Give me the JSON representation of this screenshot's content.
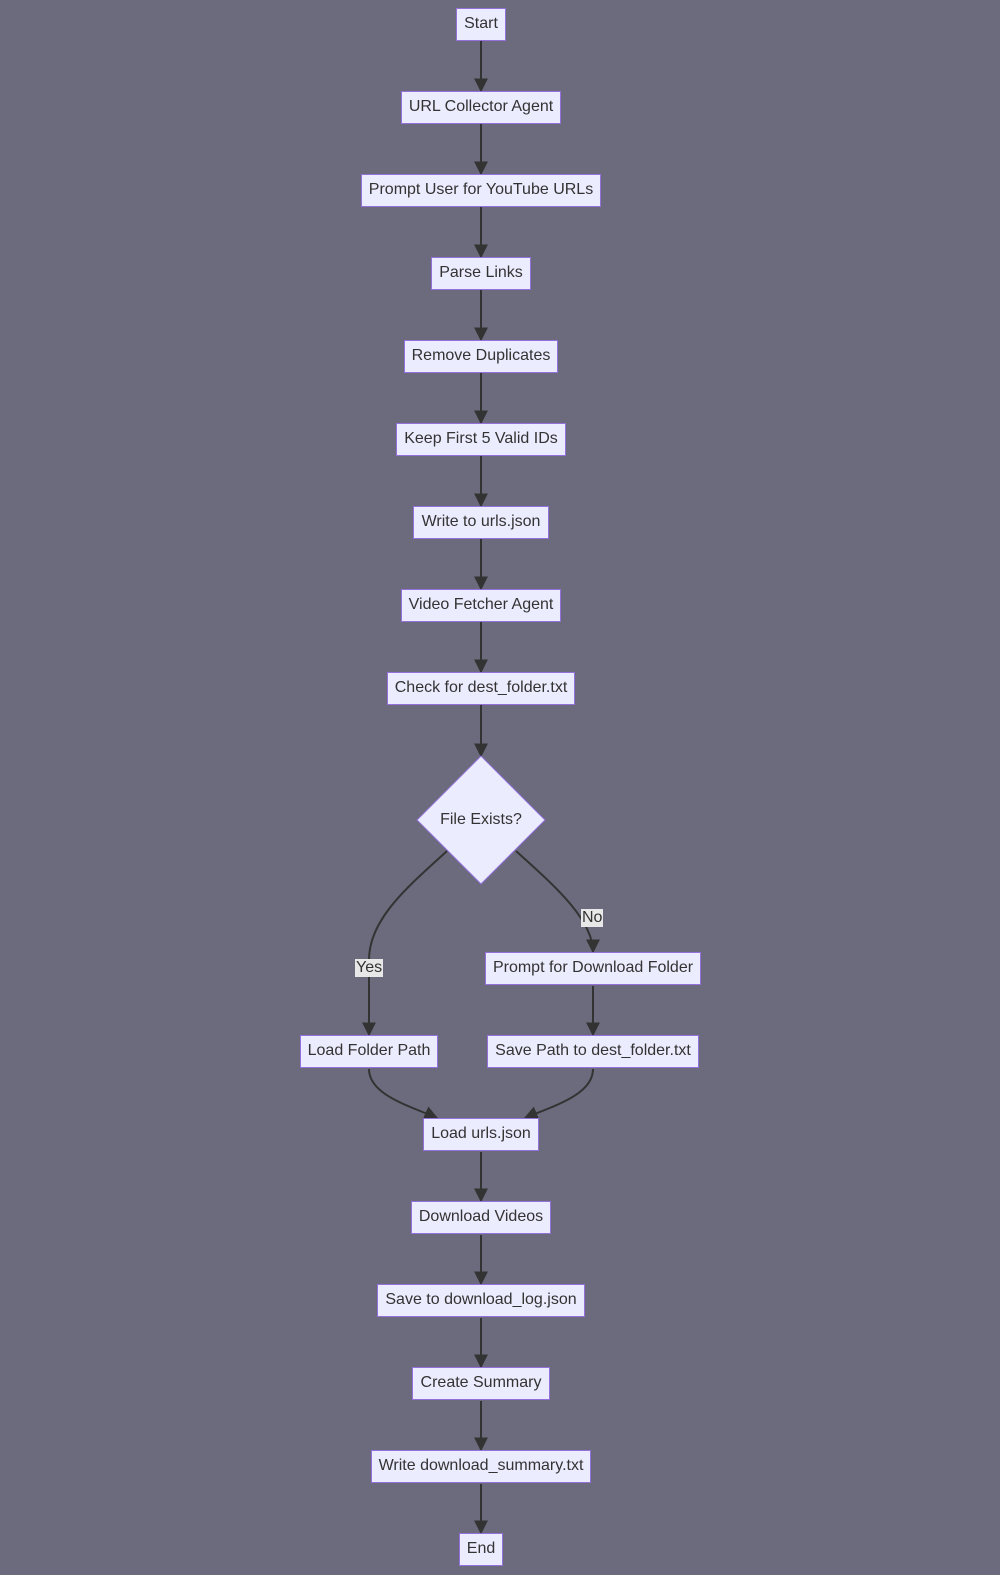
{
  "diagram": {
    "type": "flowchart",
    "nodes": {
      "start": "Start",
      "url_collector": "URL Collector Agent",
      "prompt_urls": "Prompt User for YouTube URLs",
      "parse_links": "Parse Links",
      "remove_duplicates": "Remove Duplicates",
      "keep_first": "Keep First 5 Valid IDs",
      "write_urls": "Write to urls.json",
      "video_fetcher": "Video Fetcher Agent",
      "check_dest": "Check for dest_folder.txt",
      "file_exists": "File Exists?",
      "prompt_folder": "Prompt for Download Folder",
      "load_folder": "Load Folder Path",
      "save_path": "Save Path to dest_folder.txt",
      "load_urls": "Load urls.json",
      "download_videos": "Download Videos",
      "save_log": "Save to download_log.json",
      "create_summary": "Create Summary",
      "write_summary": "Write download_summary.txt",
      "end": "End"
    },
    "edge_labels": {
      "yes": "Yes",
      "no": "No"
    },
    "edges": [
      [
        "start",
        "url_collector"
      ],
      [
        "url_collector",
        "prompt_urls"
      ],
      [
        "prompt_urls",
        "parse_links"
      ],
      [
        "parse_links",
        "remove_duplicates"
      ],
      [
        "remove_duplicates",
        "keep_first"
      ],
      [
        "keep_first",
        "write_urls"
      ],
      [
        "write_urls",
        "video_fetcher"
      ],
      [
        "video_fetcher",
        "check_dest"
      ],
      [
        "check_dest",
        "file_exists"
      ],
      [
        "file_exists",
        "load_folder",
        "Yes"
      ],
      [
        "file_exists",
        "prompt_folder",
        "No"
      ],
      [
        "prompt_folder",
        "save_path"
      ],
      [
        "load_folder",
        "load_urls"
      ],
      [
        "save_path",
        "load_urls"
      ],
      [
        "load_urls",
        "download_videos"
      ],
      [
        "download_videos",
        "save_log"
      ],
      [
        "save_log",
        "create_summary"
      ],
      [
        "create_summary",
        "write_summary"
      ],
      [
        "write_summary",
        "end"
      ]
    ],
    "colors": {
      "background": "#6b6b7d",
      "node_fill": "#ececff",
      "node_border": "#9370db",
      "edge": "#333333",
      "label_bg": "#e8e8e8"
    }
  }
}
